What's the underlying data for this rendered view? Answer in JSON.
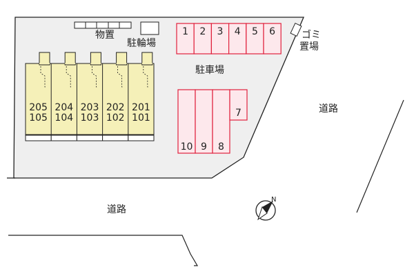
{
  "labels": {
    "storage": "物置",
    "bicycle_parking": "駐輪場",
    "parking_lot": "駐車場",
    "garbage_top": "ゴミ",
    "garbage_bottom": "置場",
    "road_right": "道路",
    "road_bottom": "道路",
    "north_mark": "N"
  },
  "building_units": [
    {
      "upper": "205",
      "lower": "105"
    },
    {
      "upper": "204",
      "lower": "104"
    },
    {
      "upper": "203",
      "lower": "103"
    },
    {
      "upper": "202",
      "lower": "102"
    },
    {
      "upper": "201",
      "lower": "101"
    }
  ],
  "parking_top_row": [
    "1",
    "2",
    "3",
    "4",
    "5",
    "6"
  ],
  "parking_lower_block": {
    "bottom_row": [
      "10",
      "9",
      "8"
    ],
    "side_space": "7"
  },
  "colors": {
    "lot": "#efefef",
    "building": "#f5f0b8",
    "parking_fill": "#fde8ec",
    "parking_stroke": "#e0203c",
    "outline": "#222222"
  }
}
